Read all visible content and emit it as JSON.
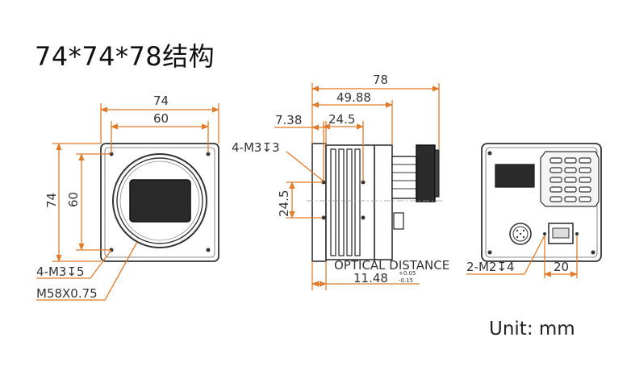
{
  "title": "74*74*78结构",
  "unit_label": "Unit: mm",
  "front_view": {
    "width_outer": "74",
    "width_inner": "60",
    "height_outer": "74",
    "height_inner": "60",
    "hole_note_top": "4-M3↧3",
    "hole_note_bottom": "4-M3↧5",
    "mount_note": "M58X0.75"
  },
  "side_view": {
    "total_length": "78",
    "body_length": "49.88",
    "offset": "7.38",
    "hole_spacing_h": "24.5",
    "hole_spacing_v": "24.5",
    "optical_label": "OPTICAL DISTANCE",
    "optical_value": "11.48",
    "tol_plus": "+0.05",
    "tol_minus": "-0.15"
  },
  "rear_view": {
    "hole_note": "2-M2↧4",
    "spacing": "20"
  },
  "colors": {
    "dimension": "#e07b2b",
    "outline": "#333333"
  }
}
